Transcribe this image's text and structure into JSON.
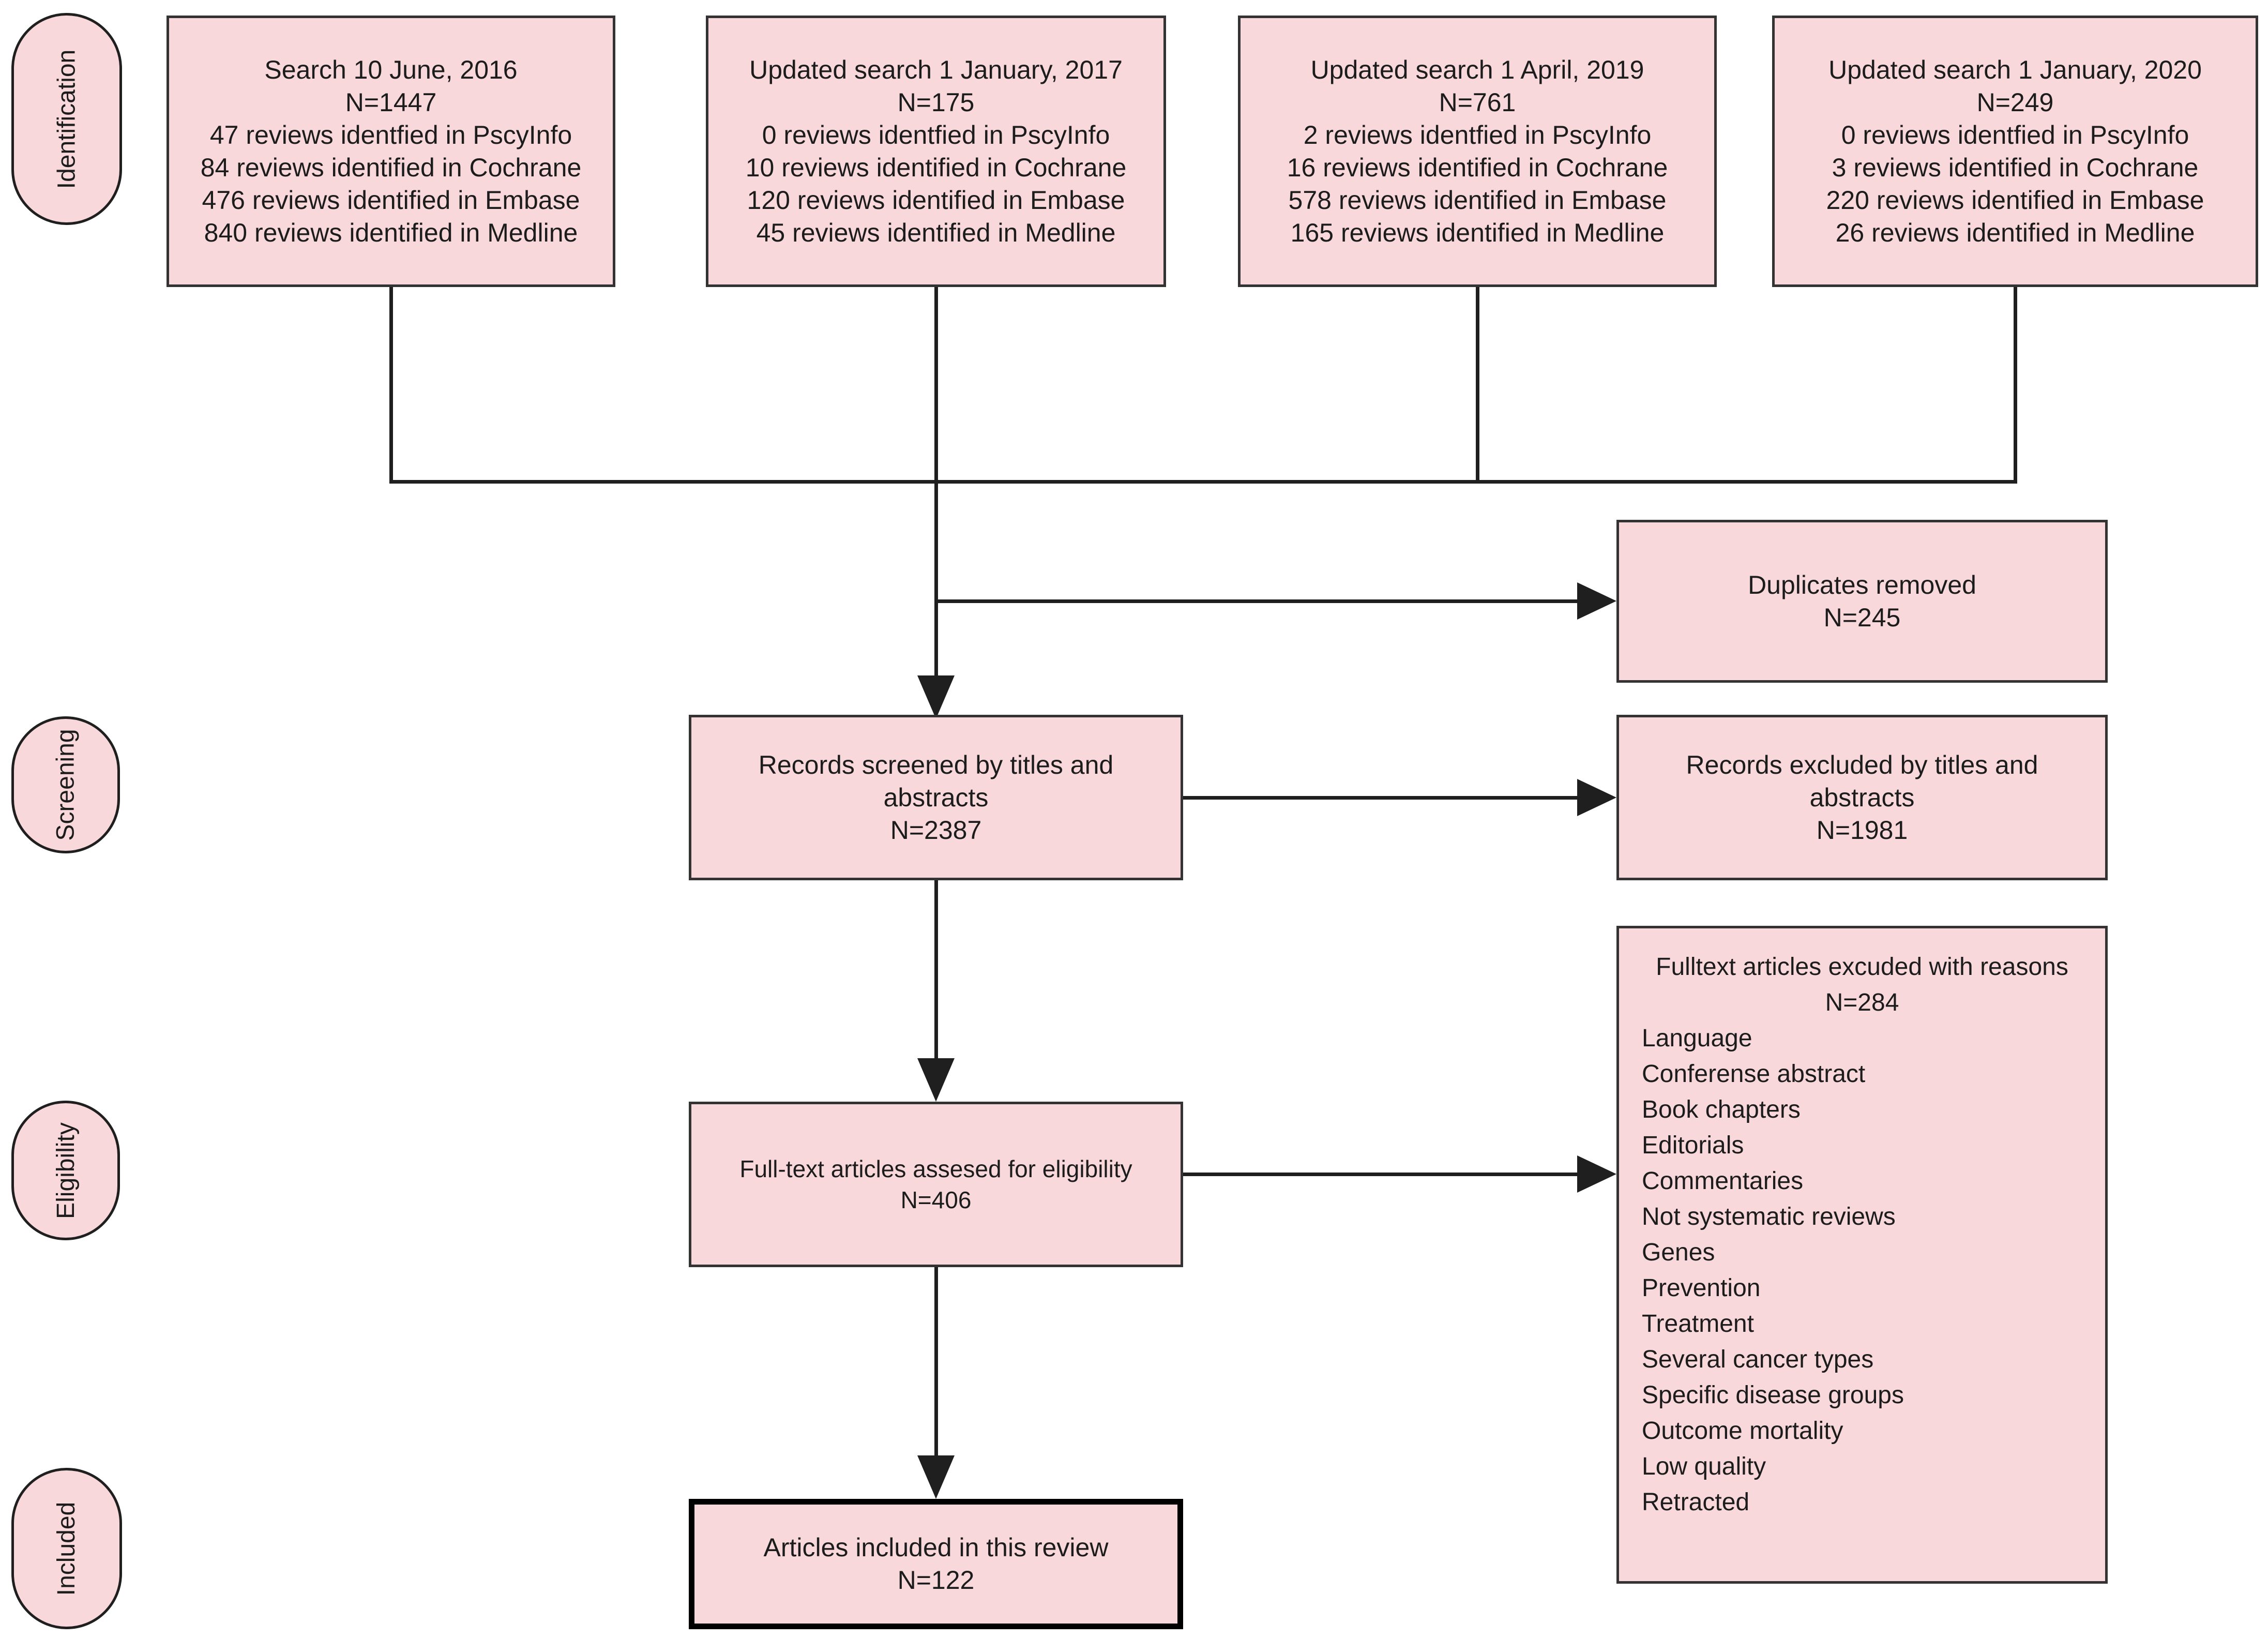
{
  "stage_labels": [
    "Identification",
    "Screening",
    "Eligibility",
    "Included"
  ],
  "search_boxes": [
    {
      "lines": [
        "Search 10 June, 2016",
        "N=1447",
        "47 reviews identfied in PscyInfo",
        "84 reviews identified in Cochrane",
        "476 reviews identified in Embase",
        "840 reviews identified in Medline"
      ]
    },
    {
      "lines": [
        "Updated search 1 January, 2017",
        "N=175",
        "0 reviews identfied in PscyInfo",
        "10 reviews identified in Cochrane",
        "120 reviews identified in Embase",
        "45 reviews identified in Medline"
      ]
    },
    {
      "lines": [
        "Updated search 1 April, 2019",
        "N=761",
        "2 reviews identfied in PscyInfo",
        "16 reviews identified in Cochrane",
        "578 reviews identified in Embase",
        "165 reviews identified in Medline"
      ]
    },
    {
      "lines": [
        "Updated search 1 January, 2020",
        "N=249",
        "0 reviews identfied in PscyInfo",
        "3 reviews identified in Cochrane",
        "220 reviews identified in Embase",
        "26 reviews identified in Medline"
      ]
    }
  ],
  "boxes": {
    "duplicates": {
      "title": "Duplicates removed",
      "n": "N=245"
    },
    "screened": {
      "title": "Records screened by titles and abstracts",
      "n": "N=2387"
    },
    "excluded": {
      "title": "Records excluded by titles and abstracts",
      "n": "N=1981"
    },
    "fulltext": {
      "title": "Full-text articles assesed for eligibility",
      "n": "N=406"
    },
    "reasons": {
      "title": "Fulltext articles excuded with reasons",
      "n": "N=284",
      "items": [
        "Language",
        "Conferense abstract",
        "Book chapters",
        "Editorials",
        "Commentaries",
        "Not systematic reviews",
        "Genes",
        "Prevention",
        "Treatment",
        "Several cancer types",
        "Specific disease groups",
        "Outcome mortality",
        "Low quality",
        "Retracted"
      ]
    },
    "included": {
      "title": "Articles included in this review",
      "n": "N=122"
    }
  },
  "colors": {
    "box_fill": "#f8d8da",
    "box_border": "#333333",
    "connector": "#1f1f1f",
    "included_border": "#000000"
  }
}
